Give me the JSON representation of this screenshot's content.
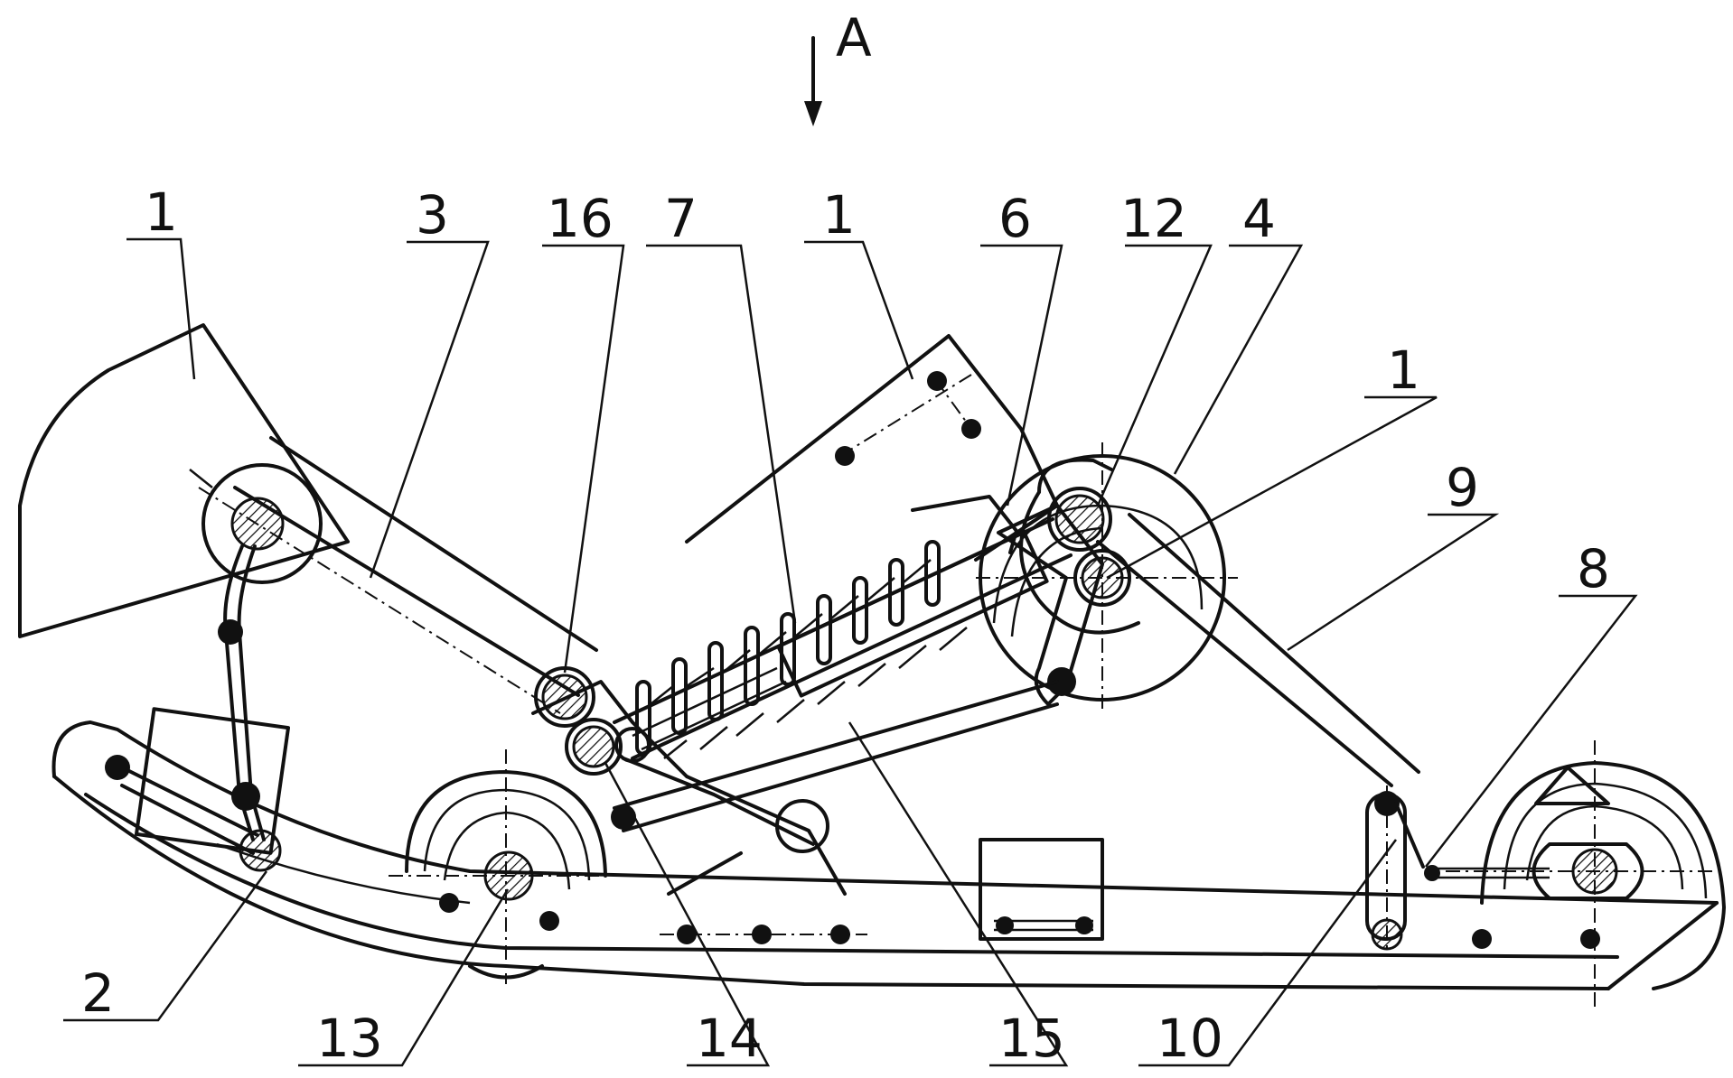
{
  "view": {
    "label": "A"
  },
  "labels": {
    "top": [
      "1",
      "3",
      "16",
      "7",
      "1",
      "6",
      "12",
      "4"
    ],
    "right": [
      "1",
      "9",
      "8"
    ],
    "bottom": [
      "2",
      "13",
      "14",
      "15",
      "10"
    ]
  }
}
